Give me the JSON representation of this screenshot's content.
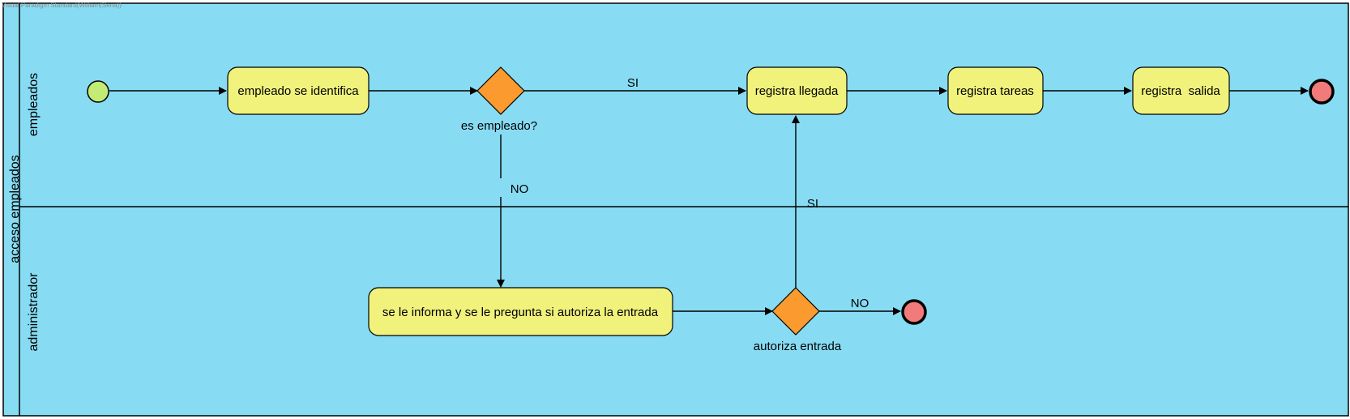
{
  "watermark": "Visual Paradigm Standard(William(Sena))",
  "pool": {
    "label": "acceso empleados"
  },
  "lanes": [
    {
      "id": "empleados",
      "label": "empleados"
    },
    {
      "id": "administrador",
      "label": "administrador"
    }
  ],
  "tasks": {
    "identifica": "empleado se identifica",
    "llegada": "registra llegada",
    "tareas": "registra tareas",
    "salida": "registra  salida",
    "informa": "se le informa y se le pregunta si autoriza la entrada"
  },
  "gateways": {
    "es_empleado": "es empleado?",
    "autoriza": "autoriza entrada"
  },
  "flows": {
    "si_es_empleado": "SI",
    "no_es_empleado": "NO",
    "si_autoriza": "SI",
    "no_autoriza": "NO"
  },
  "colors": {
    "background": "#87dcf3",
    "task_fill": "#f0f27c",
    "gateway_fill": "#fb9a2e",
    "start_fill": "#c3ec74",
    "end_fill": "#f17b7b"
  }
}
